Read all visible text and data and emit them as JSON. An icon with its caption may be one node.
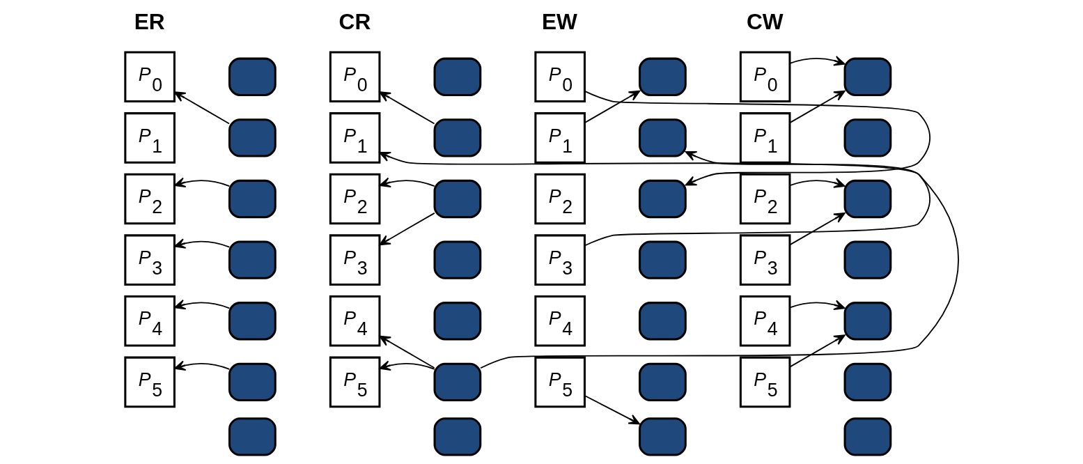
{
  "diagram": {
    "nodes": [
      {
        "text": [
          "*P*$_{0}$"
        ]
      },
      {
        "text": [
          "*P*$_{1}$"
        ]
      },
      {
        "text": [
          "*P*$_{2}$"
        ]
      },
      {
        "text": [
          "*P*$_{3}$"
        ]
      },
      {
        "text": [
          "*P*$_{4}$"
        ]
      },
      {
        "text": [
          "*P*$_{5}$"
        ]
      },
      {
        "text": [],
        "shape": "box"
      },
      {
        "text": [],
        "shape": "box"
      },
      {
        "text": [],
        "shape": "box"
      },
      {
        "text": [],
        "shape": "box"
      },
      {
        "text": [],
        "shape": "box"
      },
      {
        "text": [],
        "shape": "box"
      },
      {
        "text": [],
        "shape": "box"
      },
      {
        "text": [
          "*P*$_{0}$"
        ]
      },
      {
        "text": [
          "*P*$_{1}$"
        ]
      },
      {
        "text": [
          "*P*$_{2}$"
        ]
      },
      {
        "text": [
          "*P*$_{3}$"
        ]
      },
      {
        "text": [
          "*P*$_{4}$"
        ]
      },
      {
        "text": [
          "*P*$_{5}$"
        ]
      },
      {
        "text": [],
        "shape": "box"
      },
      {
        "text": [],
        "shape": "box"
      },
      {
        "text": [],
        "shape": "box"
      },
      {
        "text": [],
        "shape": "box"
      },
      {
        "text": [],
        "shape": "box"
      },
      {
        "text": [],
        "shape": "box"
      },
      {
        "text": [],
        "shape": "box"
      },
      {
        "text": [
          "*P*$_{0}$"
        ]
      },
      {
        "text": [
          "*P*$_{1}$"
        ]
      },
      {
        "text": [
          "*P*$_{2}$"
        ]
      },
      {
        "text": [
          "*P*$_{3}$"
        ]
      },
      {
        "text": [
          "*P*$_{4}$"
        ]
      },
      {
        "text": [
          "*P*$_{5}$"
        ]
      },
      {
        "text": [],
        "shape": "box"
      },
      {
        "text": [],
        "shape": "box"
      },
      {
        "text": [],
        "shape": "box"
      },
      {
        "text": [],
        "shape": "box"
      },
      {
        "text": [],
        "shape": "box"
      },
      {
        "text": [],
        "shape": "box"
      },
      {
        "text": [],
        "shape": "box"
      },
      {
        "text": [
          "*P*$_{0}$"
        ]
      },
      {
        "text": [
          "*P*$_{1}$"
        ]
      },
      {
        "text": [
          "*P*$_{2}$"
        ]
      },
      {
        "text": [
          "*P*$_{3}$"
        ]
      },
      {
        "text": [
          "*P*$_{4}$"
        ]
      },
      {
        "text": [
          "*P*$_{5}$"
        ]
      },
      {
        "text": [],
        "shape": "box"
      },
      {
        "text": [],
        "shape": "box"
      },
      {
        "text": [],
        "shape": "box"
      },
      {
        "text": [],
        "shape": "box"
      },
      {
        "text": [],
        "shape": "box"
      },
      {
        "text": [],
        "shape": "box"
      },
      {
        "text": [],
        "shape": "box"
      }
    ],
    "edges": [
      {
        "from": 7,
        "to": 0,
        "arrow": "to"
      },
      {
        "from": 8,
        "to": 2,
        "arrow": "to"
      },
      {
        "from": 9,
        "to": 3,
        "arrow": "to"
      },
      {
        "from": 10,
        "to": 4,
        "arrow": "to"
      },
      {
        "from": 11,
        "to": 5,
        "arrow": "to"
      },
      {
        "from": 20,
        "to": 13,
        "arrow": "to"
      },
      {
        "from": 21,
        "to": 15,
        "arrow": "to"
      },
      {
        "from": 21,
        "to": 16,
        "arrow": "to"
      },
      {
        "from": 24,
        "to": 14,
        "arrow": "to"
      },
      {
        "from": 24,
        "to": 17,
        "arrow": "to"
      },
      {
        "from": 24,
        "to": 18,
        "arrow": "to"
      },
      {
        "from": 26,
        "to": 34,
        "arrow": "to"
      },
      {
        "from": 27,
        "to": 32,
        "arrow": "to"
      },
      {
        "from": 29,
        "to": 33,
        "arrow": "to"
      },
      {
        "from": 31,
        "to": 38,
        "arrow": "to"
      },
      {
        "from": 39,
        "to": 45,
        "arrow": "to"
      },
      {
        "from": 40,
        "to": 45,
        "arrow": "to"
      },
      {
        "from": 41,
        "to": 47,
        "arrow": "to"
      },
      {
        "from": 42,
        "to": 47,
        "arrow": "to"
      },
      {
        "from": 43,
        "to": 49,
        "arrow": "to"
      },
      {
        "from": 44,
        "to": 49,
        "arrow": "to"
      }
    ],
    "labels": [
      "ER",
      "CR",
      "EW",
      "CW"
    ]
  }
}
